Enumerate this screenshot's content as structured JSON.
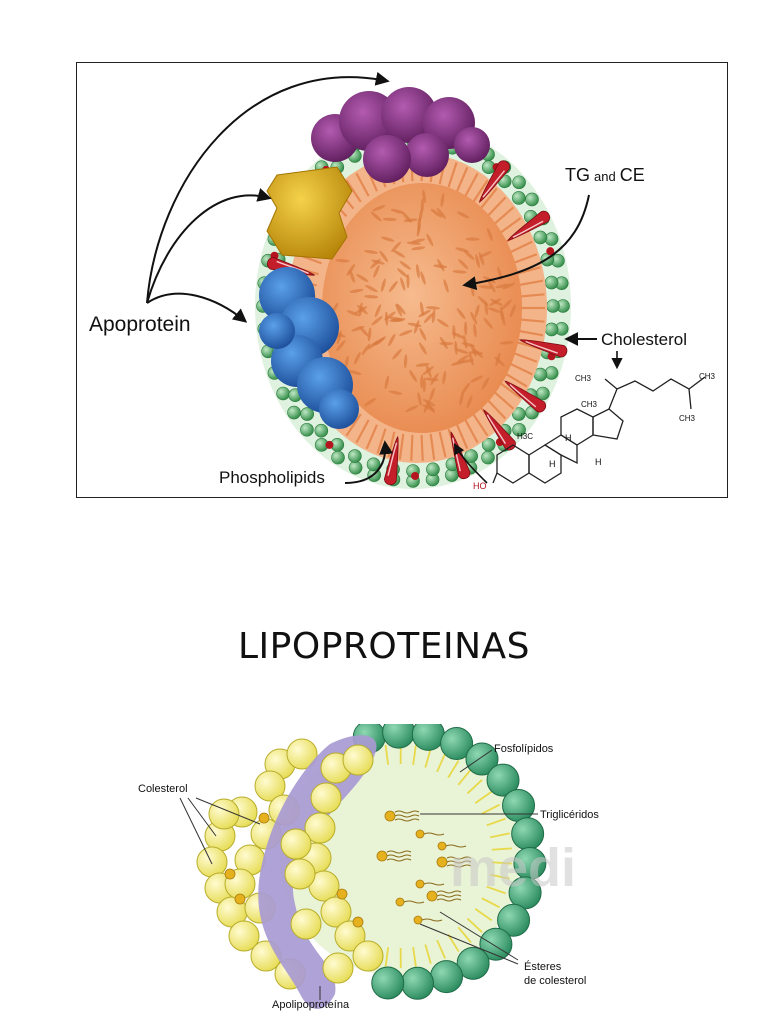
{
  "top_figure": {
    "labels": {
      "apoprotein": "Apoprotein",
      "tg_ce_prefix": "TG",
      "tg_ce_and": "and",
      "tg_ce_suffix": "CE",
      "cholesterol": "Cholesterol",
      "phospholipids": "Phospholipids"
    },
    "structure_labels": {
      "ch3_top_left": "CH3",
      "ch3_top_right": "CH3",
      "ch3_right": "CH3",
      "ch3_mid": "CH3",
      "h3c": "H3C",
      "h_1": "H",
      "h_2": "H",
      "h_3": "H",
      "ho": "HO"
    },
    "colors": {
      "apo_purple": "#7b2d79",
      "apo_yellow": "#d9a814",
      "apo_blue": "#2f6fc0",
      "phospholipid_head": "#3a9a4e",
      "core": "#f2a06a",
      "cholesterol_red": "#b3141e"
    }
  },
  "title": "LIPOPROTEINAS",
  "bottom_figure": {
    "labels": {
      "colesterol": "Colesterol",
      "fosfolipidos": "Fosfolípidos",
      "trigliceridos": "Triglicéridos",
      "esteres_line1": "Ésteres",
      "esteres_line2": "de colesterol",
      "apolipoproteina": "Apolipoproteína"
    },
    "watermark": "medi",
    "colors": {
      "yellow_sphere": "#f3ee8a",
      "purple_band": "#a89ad2",
      "green_sphere": "#3fa37a",
      "inner_fill": "#e9f3d6"
    }
  }
}
